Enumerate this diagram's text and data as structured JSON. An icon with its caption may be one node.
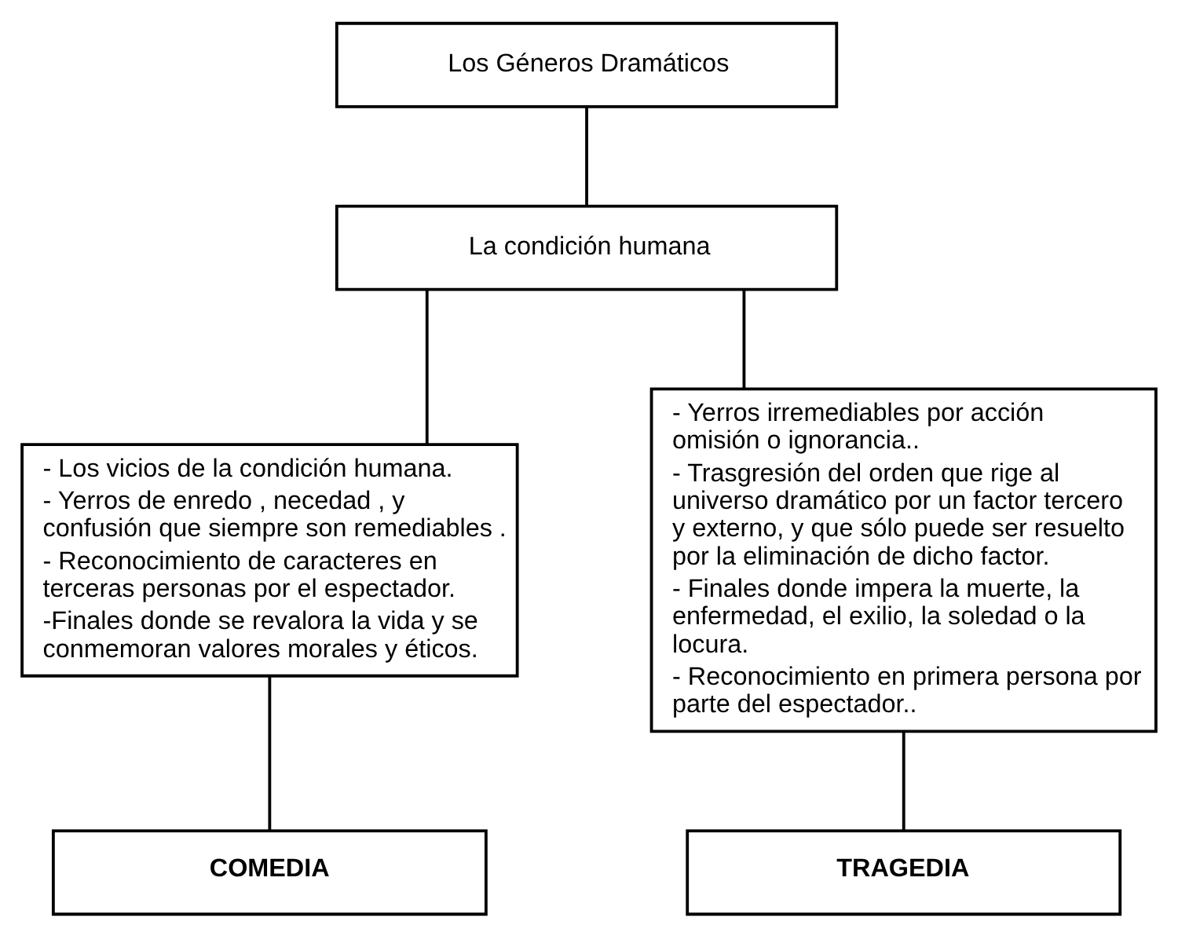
{
  "diagram": {
    "nodes": [
      {
        "text": [
          "Los Géneros Dramáticos"
        ]
      },
      {
        "text": [
          "La condición humana"
        ]
      },
      {
        "text": [
          "- Los vicios de la condición humana.",
          "- Yerros de enredo , necedad , y confusión que siempre son remediables .",
          "- Reconocimiento de caracteres en terceras personas por el espectador.",
          "-Finales donde se revalora la vida y se conmemoran valores morales y éticos."
        ]
      },
      {
        "text": [
          "- Yerros irremediables por acción omisión o ignorancia..",
          "- Trasgresión del orden que rige al universo dramático por un factor tercero y externo, y que sólo puede ser resuelto por la eliminación de dicho factor.",
          "- Finales donde impera la muerte, la enfermedad, el exilio, la soledad o la locura.",
          "- Reconocimiento en primera persona por parte del espectador.."
        ]
      },
      {
        "text": [
          "COMEDIA"
        ]
      },
      {
        "text": [
          "TRAGEDIA"
        ]
      }
    ],
    "edges": [
      {
        "from": 0,
        "to": 1,
        "arrow": "none"
      },
      {
        "from": 1,
        "to": 2,
        "arrow": "none"
      },
      {
        "from": 1,
        "to": 3,
        "arrow": "none"
      },
      {
        "from": 2,
        "to": 4,
        "arrow": "none"
      },
      {
        "from": 3,
        "to": 5,
        "arrow": "none"
      }
    ]
  }
}
